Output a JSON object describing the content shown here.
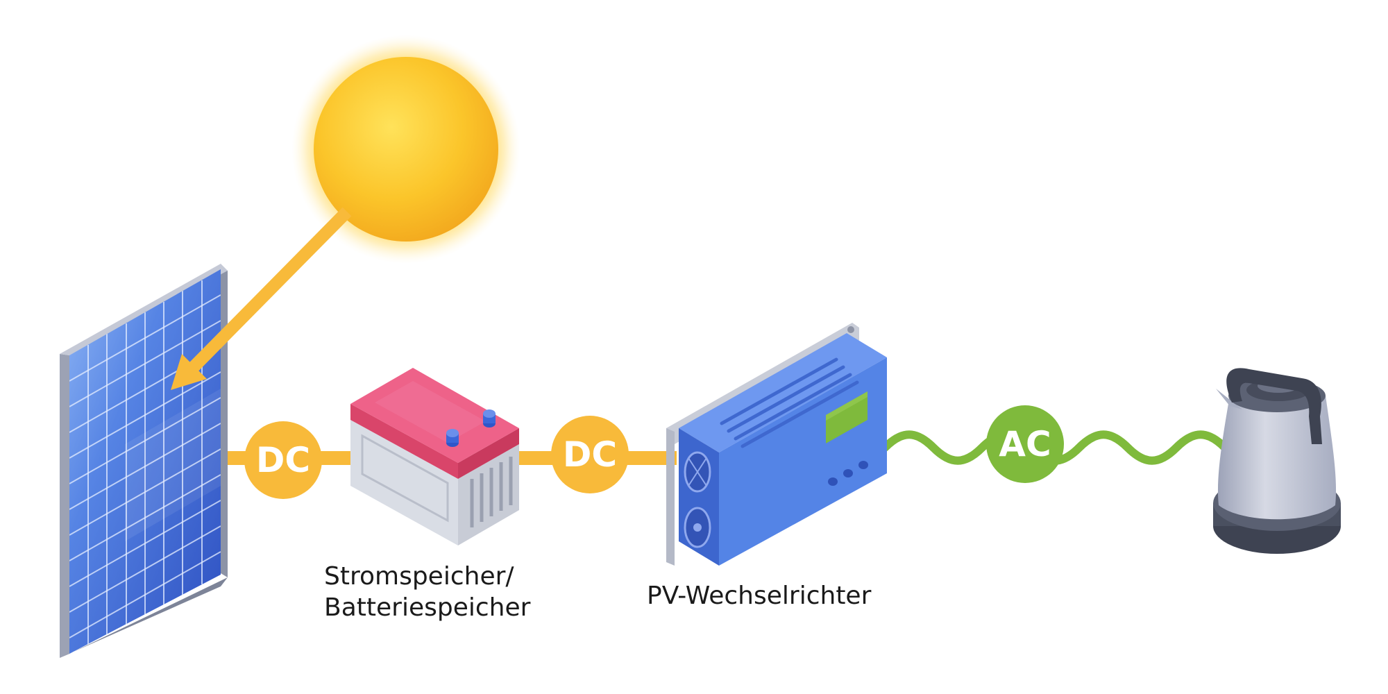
{
  "badges": {
    "dc_left": "DC",
    "dc_right": "DC",
    "ac": "AC"
  },
  "labels": {
    "battery_line1": "Stromspeicher/",
    "battery_line2": "Batteriespeicher",
    "inverter": "PV-Wechselrichter"
  },
  "colors": {
    "dc_line": "#F8BA3A",
    "ac_line": "#7FBA3C",
    "dc_badge": "#F8BA3A",
    "ac_badge": "#7FBA3C",
    "sun": "#F9C02B",
    "panel": "#3B65D0",
    "inverter": "#4A7DE0",
    "battery_lid": "#E85C7E",
    "battery_body": "#D8DCE4",
    "kettle": "#C4C8D6"
  },
  "icons": {
    "sun": "sun-icon",
    "solar_panel": "solar-panel-icon",
    "battery": "battery-icon",
    "inverter": "inverter-icon",
    "kettle": "kettle-icon"
  }
}
